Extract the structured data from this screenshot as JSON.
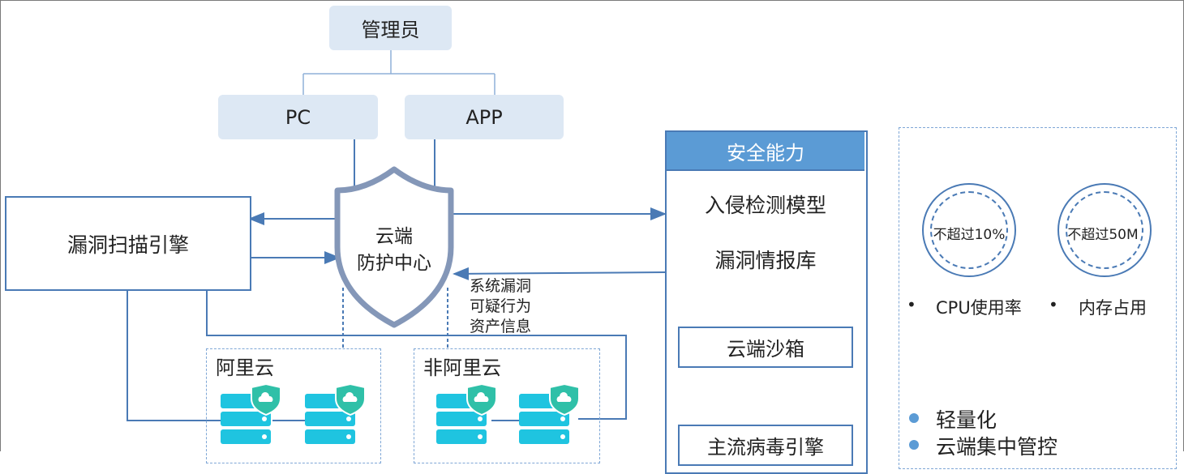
{
  "admin": "管理员",
  "pc": "PC",
  "app": "APP",
  "center": {
    "line1": "云端",
    "line2": "防护中心"
  },
  "scanner": "漏洞扫描引擎",
  "feed": {
    "line1": "系统漏洞",
    "line2": "可疑行为",
    "line3": "资产信息"
  },
  "aliyun": "阿里云",
  "non_aliyun": "非阿里云",
  "security": {
    "title": "安全能力",
    "item1": "入侵检测模型",
    "item2": "漏洞情报库",
    "sandbox": "云端沙箱",
    "engine": "主流病毒引擎"
  },
  "metrics": {
    "cpu_ring": "不超过10%",
    "mem_ring": "不超过50M",
    "cpu_bullet": "•",
    "cpu_label": "CPU使用率",
    "mem_bullet": "•",
    "mem_label": "内存占用"
  },
  "features": [
    "轻量化",
    "云端集中管控"
  ],
  "colors": {
    "line": "#4a7ab5",
    "accent": "#5b9bd5",
    "node": "#dde8f4",
    "server": "#1fc4e0",
    "shield": "#2fc0a8"
  }
}
